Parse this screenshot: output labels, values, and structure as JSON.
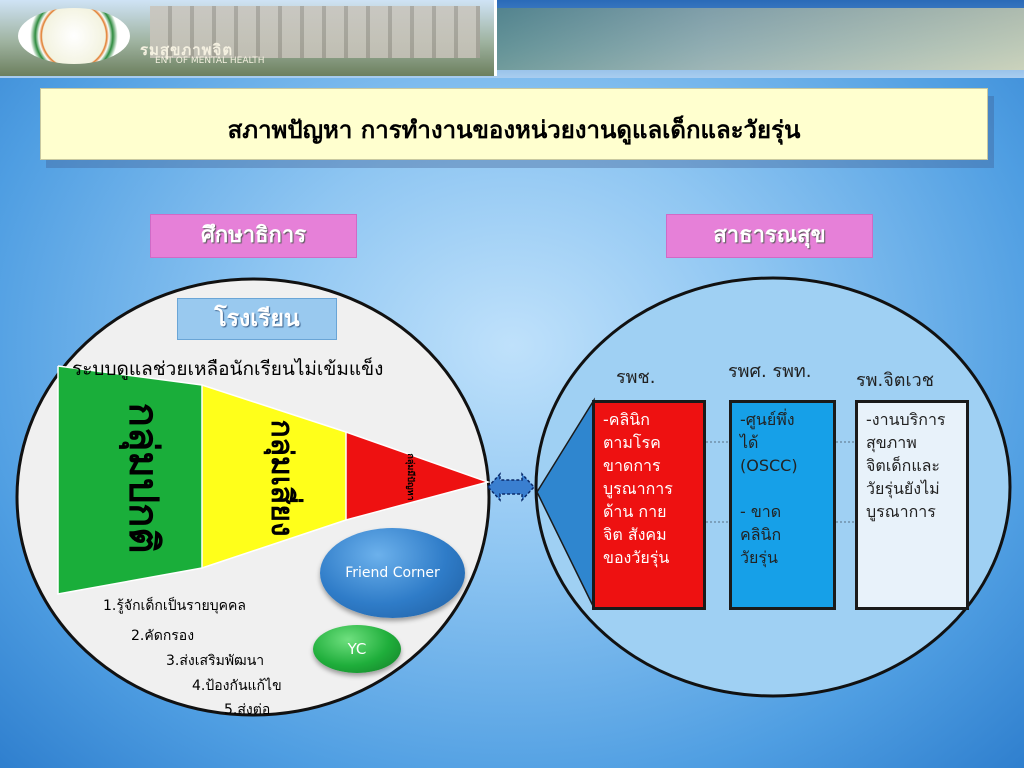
{
  "header_sign": {
    "thai": "รมสุขภาพจิต",
    "english": "ENT OF MENTAL HEALTH"
  },
  "title": "สภาพปัญหา การทำงานของหน่วยงานดูแลเด็กและวัยรุ่น",
  "left": {
    "label": "ศึกษาธิการ",
    "school_label": "โรงเรียน",
    "system_text": "ระบบดูแลช่วยเหลือนักเรียนไม่เข้มแข็ง",
    "funnel_sections": [
      {
        "text": "กลุ่มปกติ",
        "color": "#1aae3a"
      },
      {
        "text": "กลุ่มเสี่ยง",
        "color": "#ffff1a"
      },
      {
        "text": "กลุ่มมีปัญหา",
        "color": "#ee1111"
      }
    ],
    "steps": [
      "1.รู้จักเด็กเป็นรายบุคคล",
      "2.คัดกรอง",
      "3.ส่งเสริมพัฒนา",
      "4.ป้องกันแก้ไข",
      "5.ส่งต่อ"
    ],
    "friend_corner": "Friend Corner",
    "yc": "YC"
  },
  "right": {
    "label": "สาธารณสุข",
    "columns": [
      {
        "heading": "รพช.",
        "text": "-คลินิก\nตามโรค\nขาดการ\nบูรณาการ\nด้าน กาย\nจิต สังคม\nของวัยรุ่น",
        "color": "#ee1111"
      },
      {
        "heading": "รพศ. รพท.",
        "text": "-ศูนย์พึ่ง\nได้\n(OSCC)\n\n- ขาด\nคลินิก\nวัยรุ่น",
        "color": "#16a0e8"
      },
      {
        "heading": "รพ.จิตเวช",
        "text": "-งานบริการ\nสุขภาพ\nจิตเด็กและ\nวัยรุ่นยังไม่\nบูรณาการ",
        "color": "#e8f2fa"
      }
    ]
  }
}
